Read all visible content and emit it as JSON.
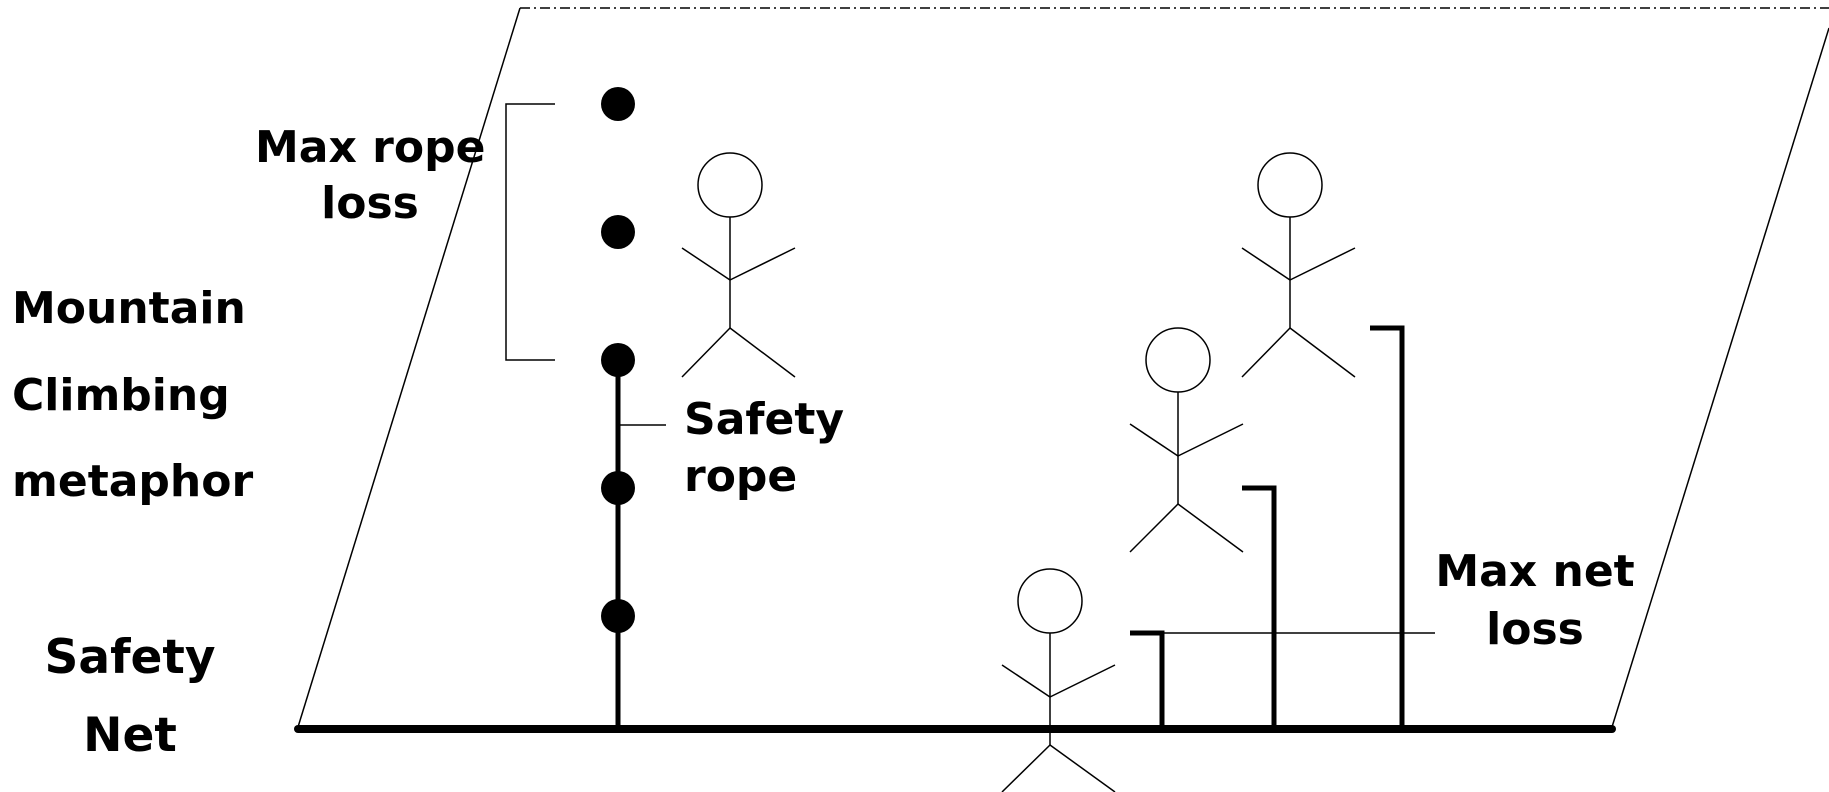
{
  "labels": {
    "metaphor_line1": "Mountain",
    "metaphor_line2": "Climbing",
    "metaphor_line3": "metaphor",
    "max_rope_loss_line1": "Max rope",
    "max_rope_loss_line2": "loss",
    "safety_rope_line1": "Safety",
    "safety_rope_line2": "rope",
    "max_net_loss_line1": "Max net",
    "max_net_loss_line2": "loss",
    "safety_net_line1": "Safety",
    "safety_net_line2": "Net"
  },
  "colors": {
    "ink": "#000000",
    "background": "#ffffff"
  },
  "structure": {
    "rope_anchor_count": 5,
    "climber_count": 4,
    "net_support_posts": 3
  }
}
